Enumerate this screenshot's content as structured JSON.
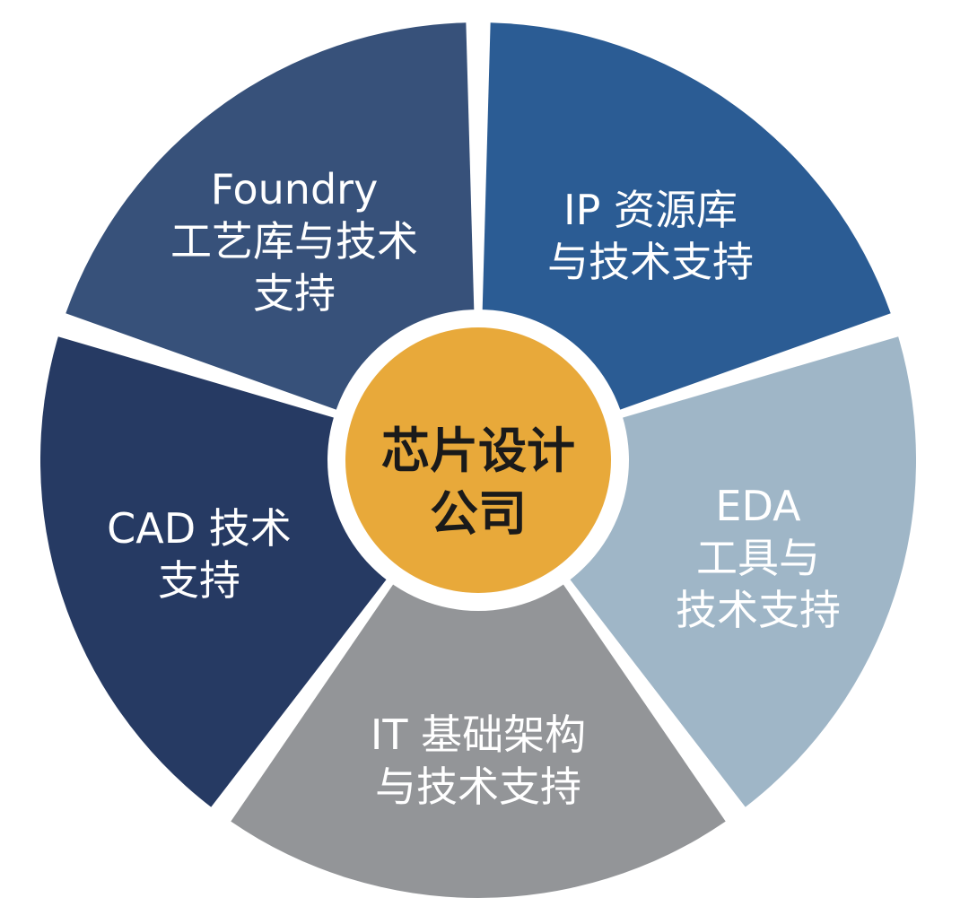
{
  "center": {
    "line1": "芯片设计",
    "line2": "公司",
    "color": "#E8A93A"
  },
  "segments": [
    {
      "id": "foundry",
      "lines": [
        "Foundry",
        "工艺库与技术",
        "支持"
      ],
      "color": "#37517A"
    },
    {
      "id": "ip",
      "lines": [
        "IP 资源库",
        "与技术支持"
      ],
      "color": "#2B5C94"
    },
    {
      "id": "eda",
      "lines": [
        "EDA",
        "工具与",
        "技术支持"
      ],
      "color": "#9FB6C7"
    },
    {
      "id": "it",
      "lines": [
        "IT 基础架构",
        "与技术支持"
      ],
      "color": "#939598"
    },
    {
      "id": "cad",
      "lines": [
        "CAD 技术",
        "支持"
      ],
      "color": "#263A63"
    }
  ]
}
